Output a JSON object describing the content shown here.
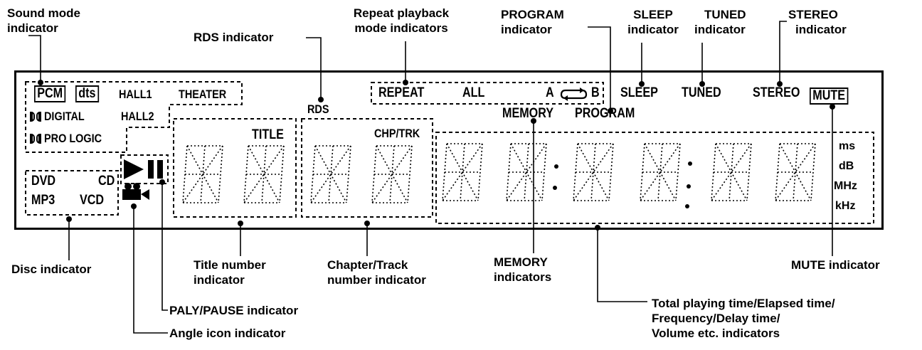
{
  "callouts": {
    "sound_mode": [
      "Sound mode",
      "indicator"
    ],
    "rds": "RDS indicator",
    "repeat": [
      "Repeat playback",
      "mode indicators"
    ],
    "program": [
      "PROGRAM",
      "indicator"
    ],
    "sleep": [
      "SLEEP",
      "indicator"
    ],
    "tuned": [
      "TUNED",
      "indicator"
    ],
    "stereo": [
      "STEREO",
      "indicator"
    ],
    "disc": "Disc indicator",
    "title_number": [
      "Title number",
      "indicator"
    ],
    "chapter_track": [
      "Chapter/Track",
      "number indicator"
    ],
    "memory": [
      "MEMORY",
      "indicators"
    ],
    "mute": "MUTE indicator",
    "play_pause": "PALY/PAUSE indicator",
    "angle": "Angle icon indicator",
    "total_time": [
      "Total playing time/Elapsed time/",
      "Frequency/Delay time/",
      "Volume etc. indicators"
    ]
  },
  "display": {
    "pcm": "PCM",
    "dts": "dts",
    "hall1": "HALL1",
    "theater": "THEATER",
    "dd_digital": "DIGITAL",
    "hall2": "HALL2",
    "dd_prologic": "PRO LOGIC",
    "rds": "RDS",
    "repeat": "REPEAT",
    "all": "ALL",
    "a": "A",
    "b": "B",
    "sleep": "SLEEP",
    "tuned": "TUNED",
    "stereo": "STEREO",
    "mute": "MUTE",
    "memory": "MEMORY",
    "program": "PROGRAM",
    "title": "TITLE",
    "chp_trk": "CHP/TRK",
    "dvd": "DVD",
    "cd": "CD",
    "mp3": "MP3",
    "vcd": "VCD",
    "units": [
      "ms",
      "dB",
      "MHz",
      "kHz"
    ]
  },
  "icons": {
    "dolby": "dolby-double-d-icon",
    "repeat": "repeat-arrows-icon",
    "play": "play-icon",
    "pause": "pause-icon",
    "angle": "camera-icon"
  }
}
